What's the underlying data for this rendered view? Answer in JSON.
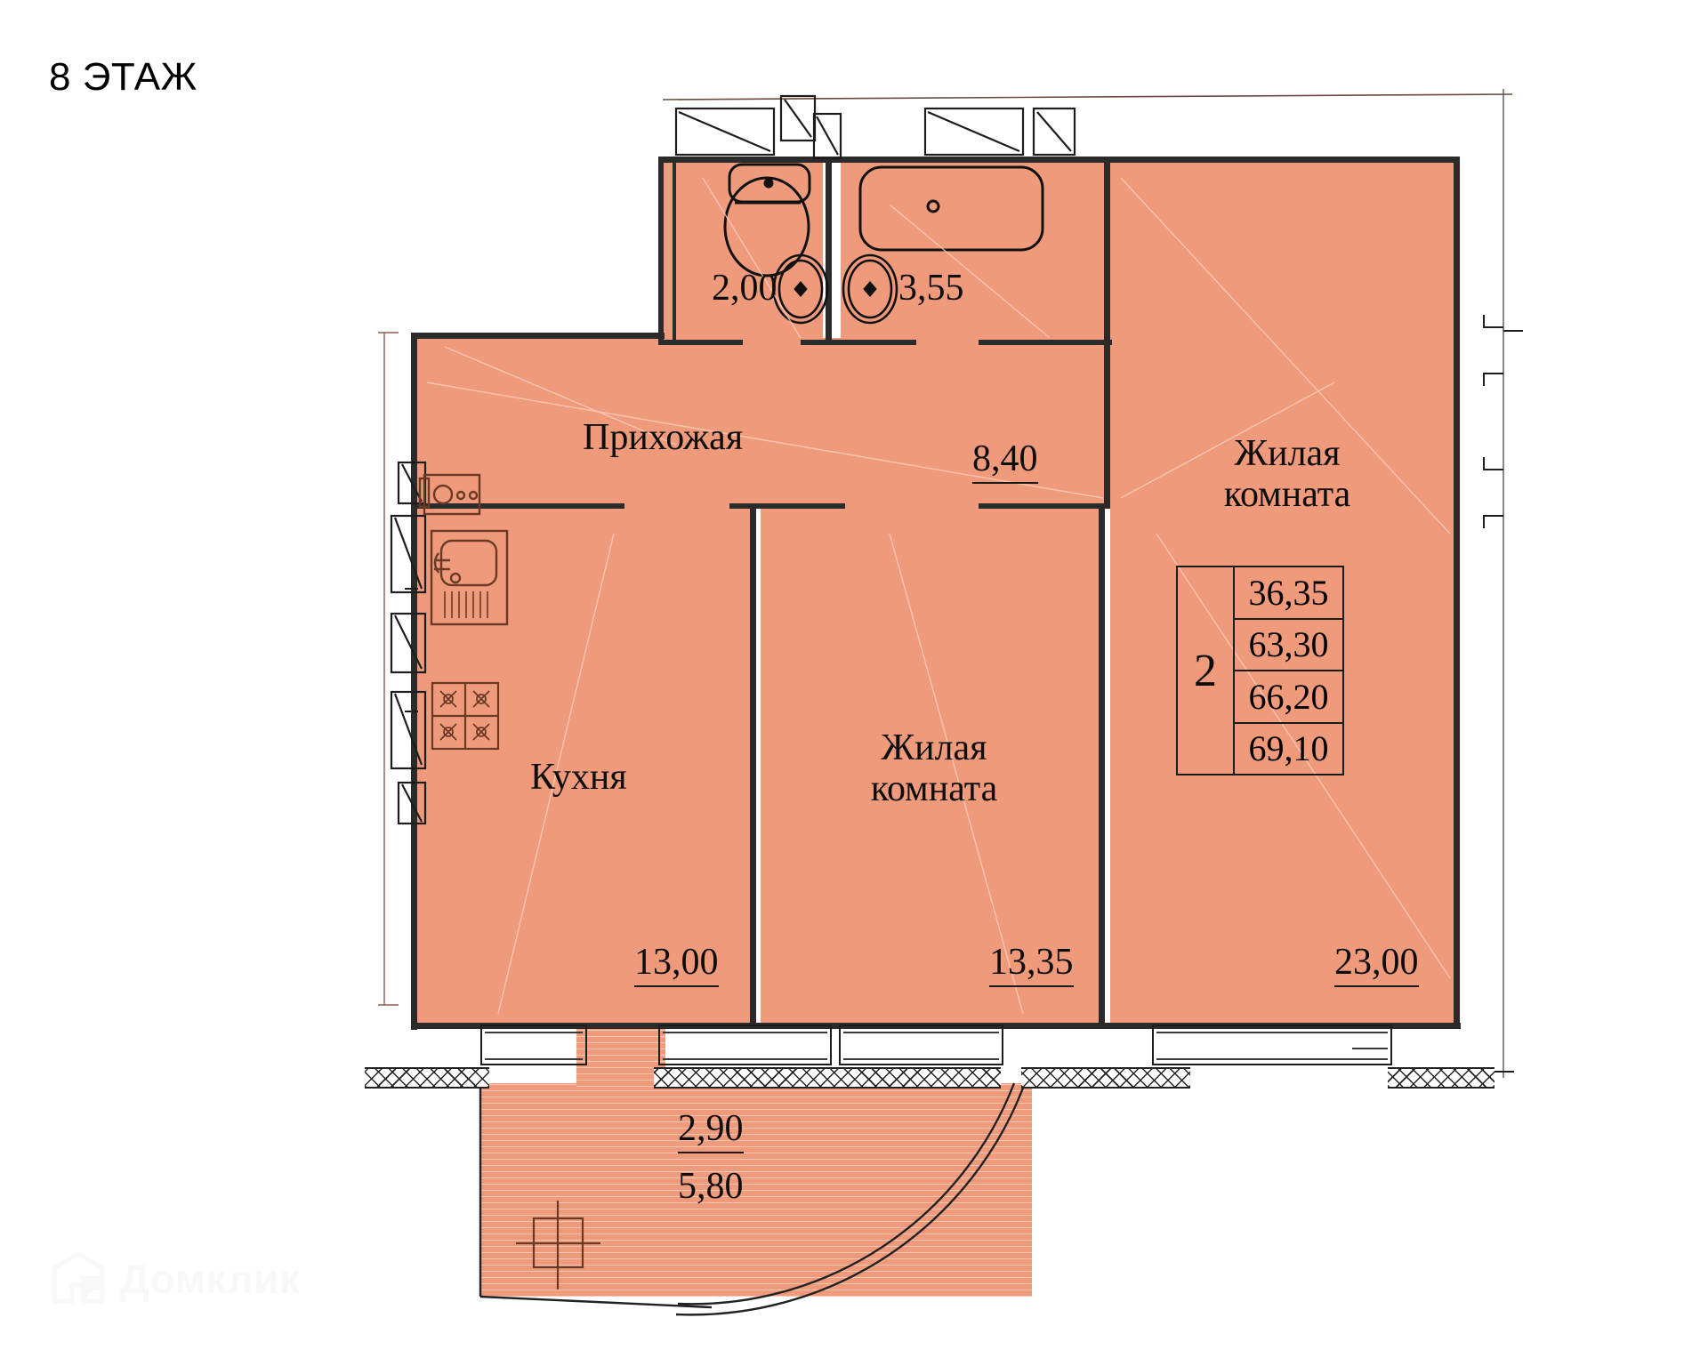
{
  "title": "8 ЭТАЖ",
  "watermark": {
    "text": "Домклик",
    "icon": "house-logo-icon"
  },
  "rooms": [
    {
      "id": "toilet",
      "name": "",
      "area": "2,00"
    },
    {
      "id": "bathroom",
      "name": "",
      "area": "3,55"
    },
    {
      "id": "hallway",
      "name": "Прихожая",
      "area": "8,40"
    },
    {
      "id": "kitchen",
      "name": "Кухня",
      "area": "13,00"
    },
    {
      "id": "living-room-1",
      "name": "Жилая\nкомната",
      "area": "13,35"
    },
    {
      "id": "living-room-2",
      "name": "Жилая\nкомната",
      "area": "23,00"
    },
    {
      "id": "balcony",
      "name": "",
      "area": "2,90",
      "area2": "5,80"
    }
  ],
  "labels": {
    "hallway": "Прихожая",
    "kitchen": "Кухня",
    "living_1_line1": "Жилая",
    "living_1_line2": "комната",
    "living_2_line1": "Жилая",
    "living_2_line2": "комната"
  },
  "areas": {
    "toilet": "2,00",
    "bathroom": "3,55",
    "hallway": "8,40",
    "kitchen": "13,00",
    "living_1": "13,35",
    "living_2": "23,00",
    "balcony_net": "2,90",
    "balcony_gross": "5,80"
  },
  "info_table": {
    "rooms": "2",
    "rows": [
      "36,35",
      "63,30",
      "66,20",
      "69,10"
    ]
  },
  "colors": {
    "floor_fill": "#F09A7C",
    "wall": "#2b2b2b",
    "text": "#0d0d0d",
    "background": "#ffffff"
  }
}
